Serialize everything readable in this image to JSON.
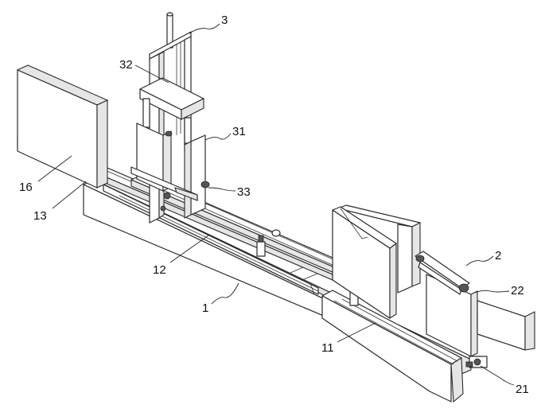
{
  "labels": {
    "l1": "1",
    "l2": "2",
    "l3": "3",
    "l11": "11",
    "l12": "12",
    "l13": "13",
    "l16": "16",
    "l21": "21",
    "l22": "22",
    "l31": "31",
    "l32": "32",
    "l33": "33"
  }
}
